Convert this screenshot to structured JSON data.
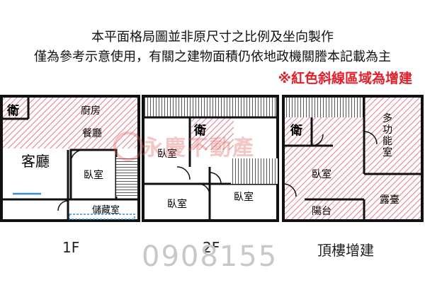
{
  "header": {
    "line1": "本平面格局圖並非原尺寸之比例及坐向製作",
    "line2": "僅為參考示意使用，有關之建物面積仍依地政機關謄本記載為主",
    "notice": "※紅色斜線區域為增建"
  },
  "floor1": {
    "label": "1F",
    "rooms": {
      "bath": "衛",
      "kitchen": "廚房",
      "dining": "餐廳",
      "living": "客廳",
      "bedroom": "臥室",
      "storage": "儲藏室"
    }
  },
  "floor2": {
    "label": "2F",
    "rooms": {
      "bath": "衛",
      "bedroom1": "臥室",
      "bedroom2": "臥室",
      "bedroom3": "臥室"
    }
  },
  "rooftop": {
    "label": "頂樓增建",
    "rooms": {
      "bath": "衛",
      "multi": "多功能室",
      "bedroom": "臥室",
      "terrace": "露臺",
      "balcony": "陽台"
    }
  },
  "watermark": {
    "text": "永慶不動產",
    "phone": "0908155"
  },
  "colors": {
    "hatch": "#e27a8a",
    "walls": "#111111",
    "notice": "#e0202a"
  }
}
